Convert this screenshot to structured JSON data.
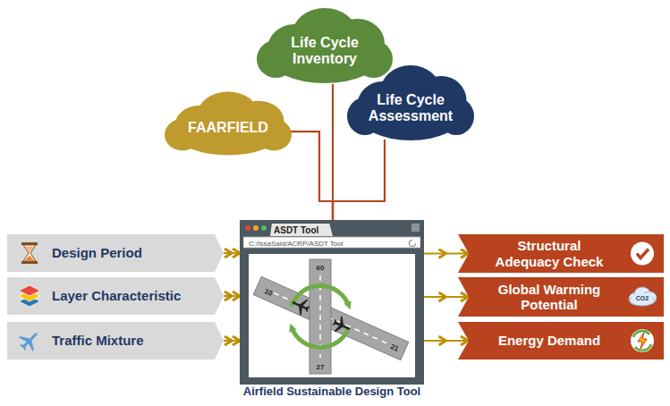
{
  "diagram": {
    "nodes": [
      {
        "text": [
          "FAARFIELD"
        ]
      },
      {
        "text": [
          "Life Cycle Inventory"
        ]
      },
      {
        "text": [
          "Life Cycle Assessment"
        ]
      },
      {
        "text": [
          "ASDT Tool",
          "C:/IssaSaid/ACRP/ASDT Tool",
          "Airfield Sustainable Design Tool"
        ]
      },
      {
        "text": [
          "Design Period"
        ]
      },
      {
        "text": [
          "Layer Characteristic"
        ]
      },
      {
        "text": [
          "Traffic Mixture"
        ]
      },
      {
        "text": [
          "Structural Adequacy Check"
        ]
      },
      {
        "text": [
          "Global Warming Potential"
        ]
      },
      {
        "text": [
          "Energy Demand"
        ]
      }
    ],
    "edges": [
      {
        "from": 0,
        "to": 3,
        "arrow": "none"
      },
      {
        "from": 1,
        "to": 3,
        "arrow": "none"
      },
      {
        "from": 2,
        "to": 3,
        "arrow": "none"
      },
      {
        "from": 4,
        "to": 3,
        "arrow": "to"
      },
      {
        "from": 5,
        "to": 3,
        "arrow": "to"
      },
      {
        "from": 6,
        "to": 3,
        "arrow": "to"
      },
      {
        "from": 3,
        "to": 7,
        "arrow": "to"
      },
      {
        "from": 3,
        "to": 8,
        "arrow": "to"
      },
      {
        "from": 3,
        "to": 9,
        "arrow": "to"
      }
    ],
    "labels": [
      "10",
      "60",
      "27",
      "21",
      "CO2"
    ]
  }
}
